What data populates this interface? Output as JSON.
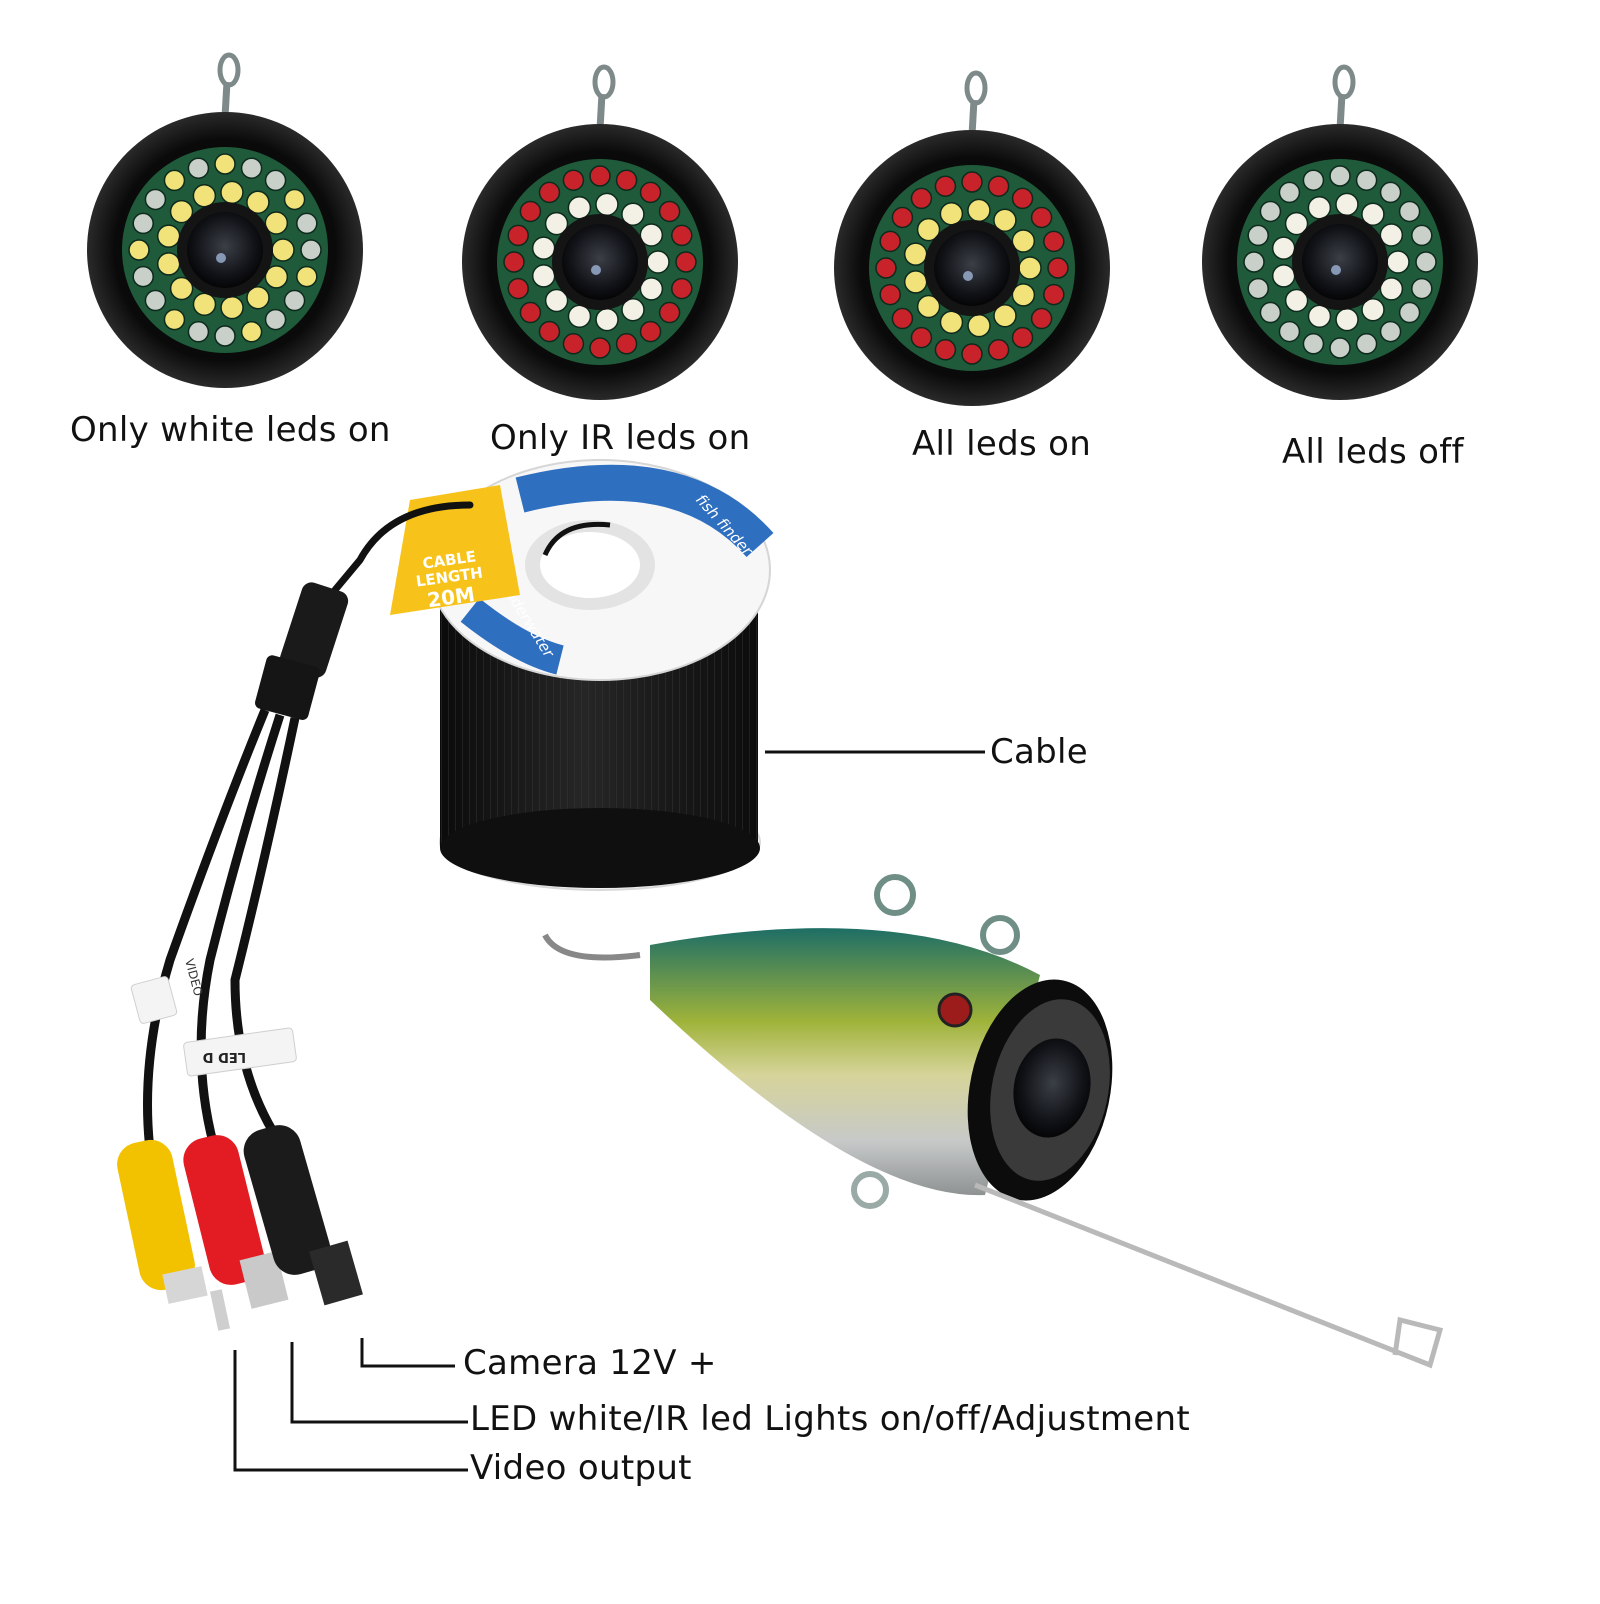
{
  "led_modes": [
    {
      "caption": "Only white leds on",
      "mode": "white"
    },
    {
      "caption": "Only IR leds on",
      "mode": "ir"
    },
    {
      "caption": "All leds on",
      "mode": "all"
    },
    {
      "caption": "All leds off",
      "mode": "off"
    }
  ],
  "reel_tag": {
    "line1": "CABLE",
    "line2": "LENGTH",
    "line3": "20M"
  },
  "reel_band": {
    "text_a": "fish finder",
    "text_b": "underwater"
  },
  "callouts": {
    "cable": "Cable",
    "camera_power": "Camera 12V +",
    "led_control": "LED white/IR led Lights on/off/Adjustment",
    "video_output": "Video output"
  },
  "cable_labels": {
    "video": "VIDEO",
    "led": "LED D"
  },
  "colors": {
    "led_white": "#f3f1e6",
    "led_warm": "#f2e27a",
    "led_ir": "#c8232b",
    "led_off": "#c9cfc9",
    "pcb": "#1f5a3a",
    "plug_yellow": "#f2c200",
    "plug_red": "#e31b23",
    "plug_black": "#1b1b1b",
    "tag_yellow": "#f7c31a",
    "band_blue": "#2f6fc0"
  }
}
